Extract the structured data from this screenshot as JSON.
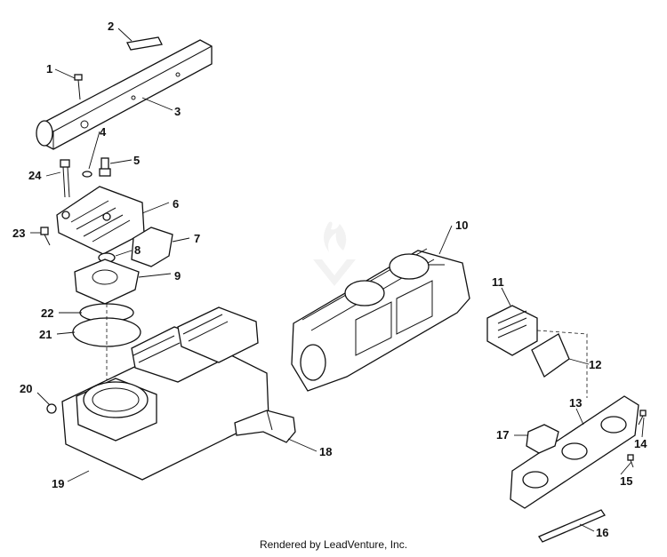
{
  "diagram": {
    "callouts": [
      {
        "id": "1",
        "text": "1"
      },
      {
        "id": "2",
        "text": "2"
      },
      {
        "id": "3",
        "text": "3"
      },
      {
        "id": "4",
        "text": "4"
      },
      {
        "id": "5",
        "text": "5"
      },
      {
        "id": "6",
        "text": "6"
      },
      {
        "id": "7",
        "text": "7"
      },
      {
        "id": "8",
        "text": "8"
      },
      {
        "id": "9",
        "text": "9"
      },
      {
        "id": "10",
        "text": "10"
      },
      {
        "id": "11",
        "text": "11"
      },
      {
        "id": "12",
        "text": "12"
      },
      {
        "id": "13",
        "text": "13"
      },
      {
        "id": "14",
        "text": "14"
      },
      {
        "id": "15",
        "text": "15"
      },
      {
        "id": "16",
        "text": "16"
      },
      {
        "id": "17",
        "text": "17"
      },
      {
        "id": "18",
        "text": "18"
      },
      {
        "id": "19",
        "text": "19"
      },
      {
        "id": "20",
        "text": "20"
      },
      {
        "id": "21",
        "text": "21"
      },
      {
        "id": "22",
        "text": "22"
      },
      {
        "id": "23",
        "text": "23"
      },
      {
        "id": "24",
        "text": "24"
      }
    ]
  },
  "footer": {
    "text": "Rendered by LeadVenture, Inc."
  },
  "colors": {
    "line": "#111111",
    "background": "#ffffff",
    "watermark": "#e6e6e6"
  }
}
